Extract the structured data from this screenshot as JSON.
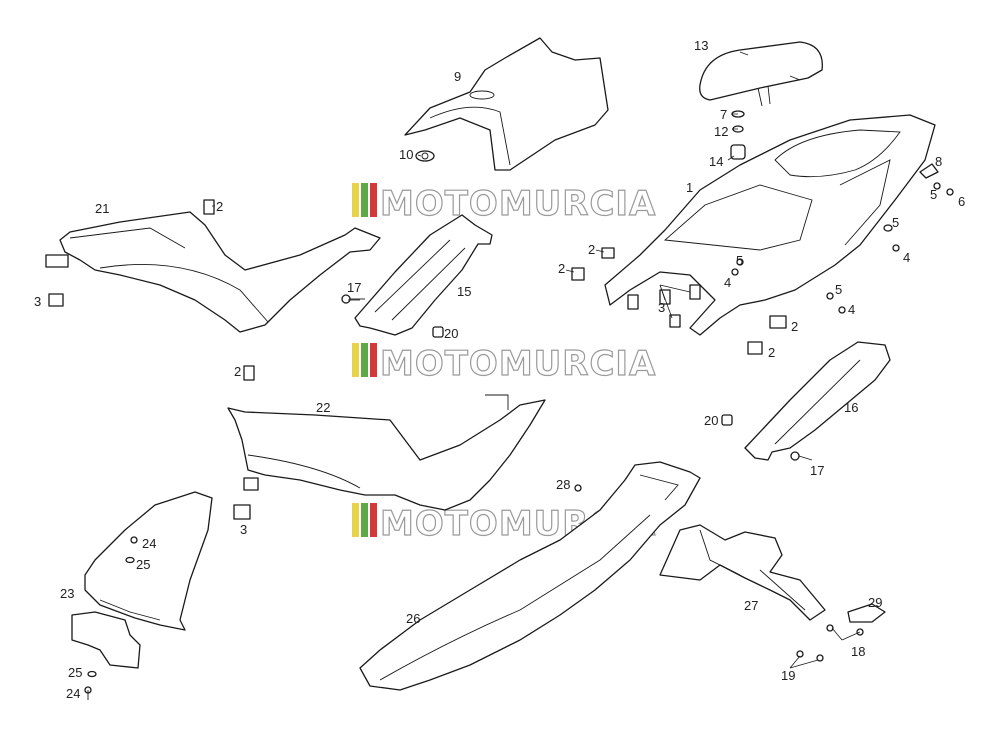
{
  "watermark": {
    "text": "MOTOMURCIA",
    "colors": [
      "#e8d44a",
      "#5fa84a",
      "#d23a3a"
    ]
  },
  "parts": [
    {
      "num": "1"
    },
    {
      "num": "2"
    },
    {
      "num": "3"
    },
    {
      "num": "4"
    },
    {
      "num": "5"
    },
    {
      "num": "6"
    },
    {
      "num": "7"
    },
    {
      "num": "8"
    },
    {
      "num": "9"
    },
    {
      "num": "10"
    },
    {
      "num": "12"
    },
    {
      "num": "13"
    },
    {
      "num": "14"
    },
    {
      "num": "15"
    },
    {
      "num": "16"
    },
    {
      "num": "17"
    },
    {
      "num": "18"
    },
    {
      "num": "19"
    },
    {
      "num": "20"
    },
    {
      "num": "21"
    },
    {
      "num": "22"
    },
    {
      "num": "23"
    },
    {
      "num": "24"
    },
    {
      "num": "25"
    },
    {
      "num": "26"
    },
    {
      "num": "27"
    },
    {
      "num": "28"
    },
    {
      "num": "29"
    }
  ]
}
